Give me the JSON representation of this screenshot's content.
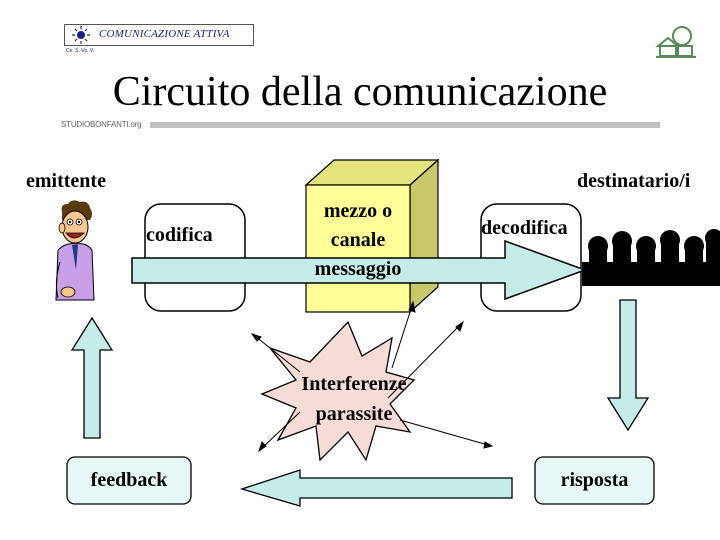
{
  "header": {
    "logo_name": "COMUNICAZIONE ATTIVA",
    "logo_subtext": "Ce. S. Vo. V.",
    "title": "Circuito della comunicazione",
    "site_label": "STUDIOBONFANTI.org"
  },
  "diagram": {
    "sender_label": "emittente",
    "receiver_label": "destinatario/i",
    "encoding_label": "codifica",
    "channel_label_line1": "mezzo o",
    "channel_label_line2": "canale",
    "message_label": "messaggio",
    "decoding_label": "decodifica",
    "interference_line1": "Interferenze",
    "interference_line2": "parassite",
    "feedback_label": "feedback",
    "response_label": "risposta"
  },
  "colors": {
    "arrow_fill": "#c6ece9",
    "channel_front": "#ffff99",
    "channel_side": "#c8c86a",
    "channel_top": "#e6e67f",
    "burst_fill": "#f6dcd6",
    "box_fill": "#e7f7f5"
  }
}
